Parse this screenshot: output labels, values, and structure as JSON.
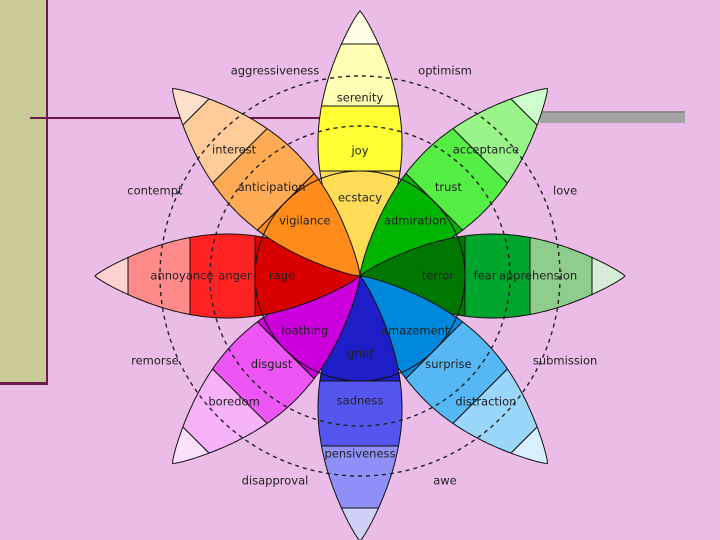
{
  "petals": [
    {
      "id": "joy",
      "rot": 0,
      "inner": "ecstacy",
      "middle": "joy",
      "outer": "serenity",
      "dyad": "optimism",
      "colors": [
        "#ffdc55",
        "#ffff33",
        "#ffffb3"
      ]
    },
    {
      "id": "trust",
      "rot": 45,
      "inner": "admiration",
      "middle": "trust",
      "outer": "acceptance",
      "dyad": "love",
      "colors": [
        "#00b400",
        "#55ee44",
        "#99f58a"
      ]
    },
    {
      "id": "fear",
      "rot": 90,
      "inner": "terror",
      "middle": "fear",
      "outer": "apprehension",
      "dyad": "submission",
      "colors": [
        "#007700",
        "#00a52e",
        "#8fcd8f"
      ]
    },
    {
      "id": "surprise",
      "rot": 135,
      "inner": "amazement",
      "middle": "surprise",
      "outer": "distraction",
      "dyad": "awe",
      "colors": [
        "#0088dd",
        "#55b8f5",
        "#99d6fa"
      ]
    },
    {
      "id": "sadness",
      "rot": 180,
      "inner": "grief",
      "middle": "sadness",
      "outer": "pensiveness",
      "dyad": "disapproval",
      "colors": [
        "#1e1ec8",
        "#5555f0",
        "#8f8ff7"
      ]
    },
    {
      "id": "disgust",
      "rot": 225,
      "inner": "loathing",
      "middle": "disgust",
      "outer": "boredom",
      "dyad": "remorse",
      "colors": [
        "#cc00dd",
        "#ee55f5",
        "#f6b3fa"
      ]
    },
    {
      "id": "anger",
      "rot": 270,
      "inner": "rage",
      "middle": "anger",
      "outer": "annoyance",
      "dyad": "contempt",
      "colors": [
        "#d90000",
        "#ff2222",
        "#ff8a8a"
      ]
    },
    {
      "id": "anticipation",
      "rot": 315,
      "inner": "vigilance",
      "middle": "anticipation",
      "outer": "interest",
      "dyad": "aggressiveness",
      "colors": [
        "#ff8c1a",
        "#ffaa55",
        "#ffcc99"
      ]
    }
  ],
  "tipColors": [
    "#ffffe5",
    "#ccffcc",
    "#d6ecd6",
    "#d6f0ff",
    "#cfcff7",
    "#fbe0fc",
    "#ffd2d2",
    "#fde0c9"
  ]
}
